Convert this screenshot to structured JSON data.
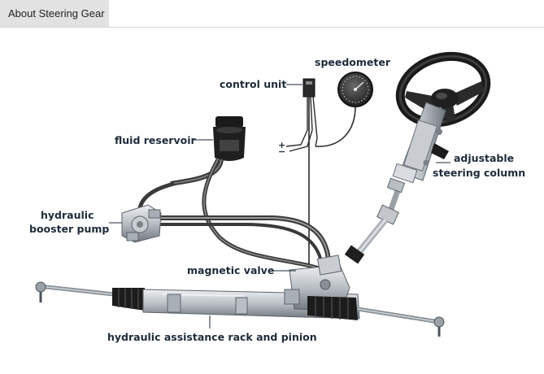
{
  "tab": {
    "label": "About Steering Gear"
  },
  "labels": {
    "speedometer": "speedometer",
    "control_unit": "control unit",
    "fluid_reservoir": "fluid reservoir",
    "hydraulic_pump_1": "hydraulic",
    "hydraulic_pump_2": "booster pump",
    "adjustable_column_1": "adjustable",
    "adjustable_column_2": "steering column",
    "magnetic_valve": "magnetic valve",
    "rack_and_pinion": "hydraulic assistance rack and pinion"
  },
  "wire_marks": {
    "plus": "+",
    "minus": "−"
  },
  "colors": {
    "metal_light": "#d9dde2",
    "metal_mid": "#a9afb6",
    "metal_dark": "#5d636a",
    "rubber": "#1c1c1c",
    "hose": "#3a3a3a",
    "label": "#1f2a3a"
  }
}
